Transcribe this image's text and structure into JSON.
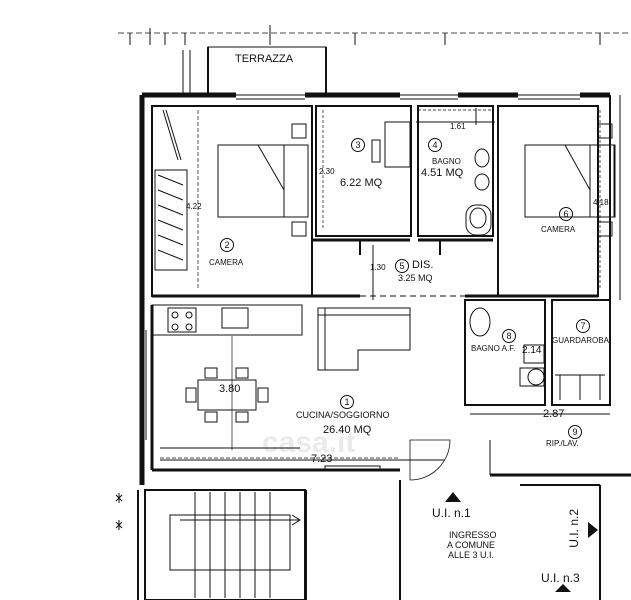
{
  "rooms": {
    "terrazza": "TERRAZZA",
    "camera1": {
      "num": "2",
      "name": "CAMERA"
    },
    "studio": {
      "num": "3",
      "area": "6.22 MQ"
    },
    "bagno": {
      "num": "4",
      "name": "BAGNO",
      "area": "4.51 MQ"
    },
    "dis": {
      "num": "5",
      "name": "DIS.",
      "area": "3.25 MQ"
    },
    "camera2": {
      "num": "6",
      "name": "CAMERA"
    },
    "guardaroba": {
      "num": "7",
      "name": "GUARDAROBA"
    },
    "bagno_af": {
      "num": "8",
      "name": "BAGNO A.F."
    },
    "rip": {
      "num": "9",
      "name": "RIP./LAV."
    },
    "cucina": {
      "num": "1",
      "name": "CUCINA/SOGGIORNO",
      "area": "26.40 MQ"
    }
  },
  "dimensions": {
    "d422": "4.22",
    "d230": "2.30",
    "d161": "1.61",
    "d418": "4.18",
    "d130": "1.30",
    "d380": "3.80",
    "d287": "2.87",
    "d723": "7.23",
    "d214": "2.14"
  },
  "units": {
    "ui1": "U.I. n.1",
    "ui2": "U.I. n.2",
    "ui3": "U.I. n.3",
    "ingresso_line1": "INGRESSO",
    "ingresso_line2": "A COMUNE",
    "ingresso_line3": "ALLE 3 U.I."
  },
  "watermark": "casa.it"
}
